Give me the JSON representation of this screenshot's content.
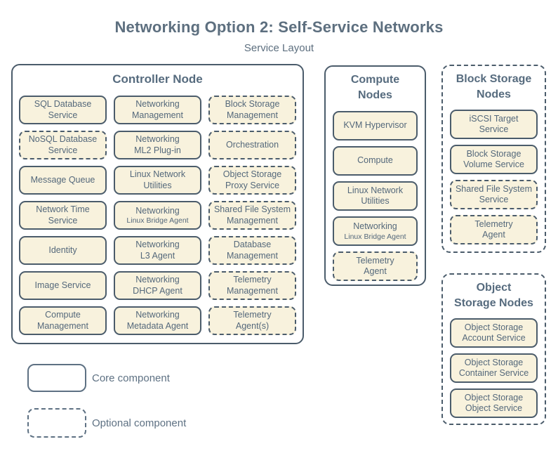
{
  "title": "Networking Option 2: Self-Service Networks",
  "subtitle": "Service Layout",
  "colors": {
    "outline": "#4b5c6b",
    "service_fill": "#f8f2dd",
    "service_text": "#54687b",
    "heading_text": "#5d6f7f"
  },
  "controller": {
    "title": "Controller Node",
    "col1": [
      {
        "label": "SQL Database\nService",
        "type": "core"
      },
      {
        "label": "NoSQL Database\nService",
        "type": "optional"
      },
      {
        "label": "Message Queue",
        "type": "core"
      },
      {
        "label": "Network Time\nService",
        "type": "core"
      },
      {
        "label": "Identity",
        "type": "core"
      },
      {
        "label": "Image Service",
        "type": "core"
      },
      {
        "label": "Compute\nManagement",
        "type": "core"
      }
    ],
    "col2": [
      {
        "label": "Networking\nManagement",
        "type": "core"
      },
      {
        "label": "Networking\nML2 Plug-in",
        "type": "core"
      },
      {
        "label": "Linux Network\nUtilities",
        "type": "core"
      },
      {
        "label": "Networking",
        "sub": "Linux Bridge Agent",
        "type": "core"
      },
      {
        "label": "Networking\nL3 Agent",
        "type": "core"
      },
      {
        "label": "Networking\nDHCP Agent",
        "type": "core"
      },
      {
        "label": "Networking\nMetadata Agent",
        "type": "core"
      }
    ],
    "col3": [
      {
        "label": "Block Storage\nManagement",
        "type": "optional"
      },
      {
        "label": "Orchestration",
        "type": "optional"
      },
      {
        "label": "Object Storage\nProxy Service",
        "type": "optional"
      },
      {
        "label": "Shared File System\nManagement",
        "type": "optional"
      },
      {
        "label": "Database\nManagement",
        "type": "optional"
      },
      {
        "label": "Telemetry\nManagement",
        "type": "optional"
      },
      {
        "label": "Telemetry\nAgent(s)",
        "type": "optional"
      }
    ]
  },
  "compute": {
    "title": "Compute\nNodes",
    "services": [
      {
        "label": "KVM Hypervisor",
        "type": "core"
      },
      {
        "label": "Compute",
        "type": "core"
      },
      {
        "label": "Linux Network\nUtilities",
        "type": "core"
      },
      {
        "label": "Networking",
        "sub": "Linux Bridge Agent",
        "type": "core"
      },
      {
        "label": "Telemetry\nAgent",
        "type": "optional"
      }
    ]
  },
  "block_storage": {
    "title": "Block Storage\nNodes",
    "services": [
      {
        "label": "iSCSI Target\nService",
        "type": "core"
      },
      {
        "label": "Block Storage\nVolume Service",
        "type": "core"
      },
      {
        "label": "Shared File System\nService",
        "type": "optional"
      },
      {
        "label": "Telemetry\nAgent",
        "type": "optional"
      }
    ]
  },
  "object_storage": {
    "title": "Object\nStorage Nodes",
    "services": [
      {
        "label": "Object Storage\nAccount Service",
        "type": "core"
      },
      {
        "label": "Object Storage\nContainer Service",
        "type": "core"
      },
      {
        "label": "Object Storage\nObject Service",
        "type": "core"
      }
    ]
  },
  "legend": {
    "core_label": "Core component",
    "optional_label": "Optional component"
  }
}
